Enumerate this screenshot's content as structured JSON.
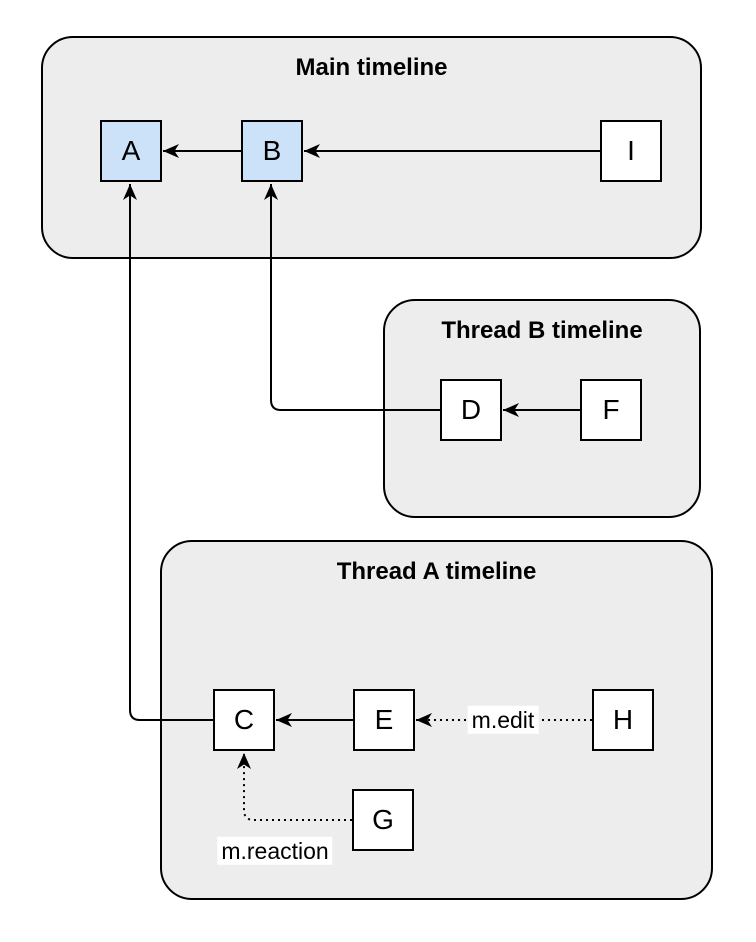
{
  "diagram": {
    "containers": [
      {
        "id": "main",
        "title": "Main timeline"
      },
      {
        "id": "threadB",
        "title": "Thread B timeline"
      },
      {
        "id": "threadA",
        "title": "Thread A timeline"
      }
    ],
    "nodes": [
      {
        "label": "A",
        "highlighted": true,
        "container": "main"
      },
      {
        "label": "B",
        "highlighted": true,
        "container": "main"
      },
      {
        "label": "I",
        "highlighted": false,
        "container": "main"
      },
      {
        "label": "D",
        "highlighted": false,
        "container": "threadB"
      },
      {
        "label": "F",
        "highlighted": false,
        "container": "threadB"
      },
      {
        "label": "C",
        "highlighted": false,
        "container": "threadA"
      },
      {
        "label": "E",
        "highlighted": false,
        "container": "threadA"
      },
      {
        "label": "H",
        "highlighted": false,
        "container": "threadA"
      },
      {
        "label": "G",
        "highlighted": false,
        "container": "threadA"
      }
    ],
    "edges": [
      {
        "from": "B",
        "to": "A",
        "style": "solid",
        "label": ""
      },
      {
        "from": "I",
        "to": "B",
        "style": "solid",
        "label": ""
      },
      {
        "from": "F",
        "to": "D",
        "style": "solid",
        "label": ""
      },
      {
        "from": "D",
        "to": "B",
        "style": "solid",
        "label": ""
      },
      {
        "from": "E",
        "to": "C",
        "style": "solid",
        "label": ""
      },
      {
        "from": "C",
        "to": "A",
        "style": "solid",
        "label": ""
      },
      {
        "from": "H",
        "to": "E",
        "style": "dotted",
        "label": "m.edit"
      },
      {
        "from": "G",
        "to": "C",
        "style": "dotted",
        "label": "m.reaction"
      }
    ],
    "colors": {
      "container_fill": "#ededed",
      "container_border": "#000000",
      "node_fill": "#ffffff",
      "node_highlight_fill": "#cce2f8",
      "node_border": "#000000",
      "edge": "#000000",
      "label_background": "#ffffff",
      "text": "#000000"
    }
  }
}
